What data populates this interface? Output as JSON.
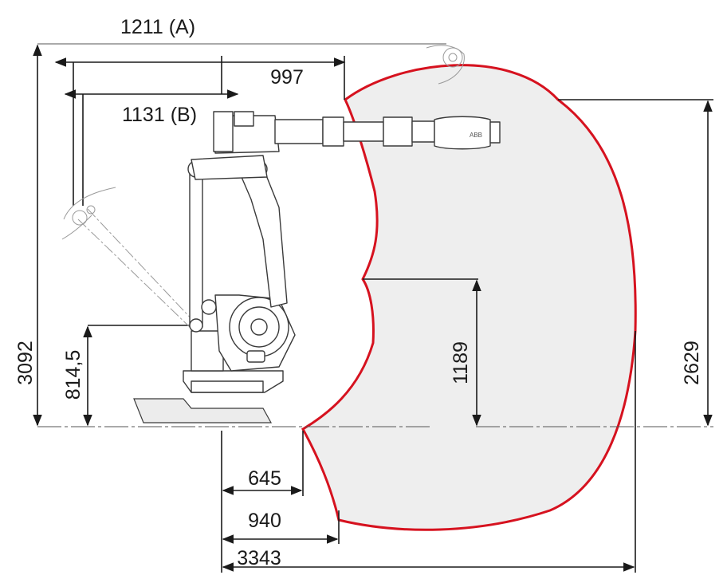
{
  "diagram": {
    "reach_color": "#d6121f",
    "envelope_fill": "#eeeeee",
    "dimensions": {
      "top_width_a": "1211 (A)",
      "top_width_b": "1131 (B)",
      "top_reach": "997",
      "total_height": "3092",
      "base_height": "814,5",
      "mid_height": "1189",
      "right_height": "2629",
      "min_reach_1": "645",
      "min_reach_2": "940",
      "max_reach": "3343"
    },
    "logo_text": "ABB"
  }
}
